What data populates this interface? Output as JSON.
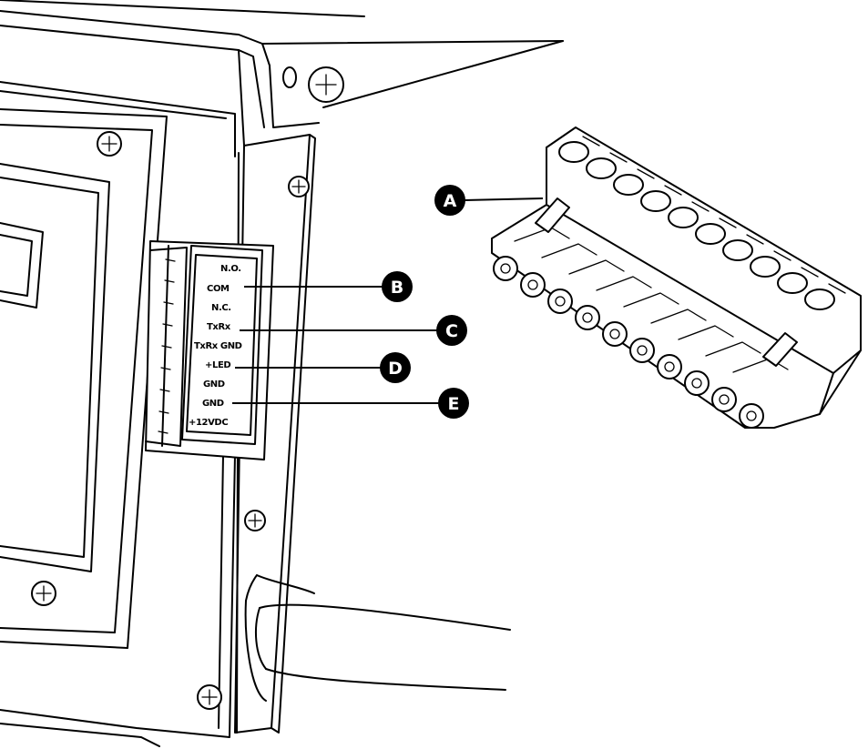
{
  "terminal_block": {
    "pin_labels": [
      "N.O.",
      "COM",
      "N.C.",
      "TxRx",
      "TxRx GND",
      "+LED",
      "GND",
      "GND",
      "+12VDC"
    ]
  },
  "callouts": {
    "A": "A",
    "B": "B",
    "C": "C",
    "D": "D",
    "E": "E"
  }
}
